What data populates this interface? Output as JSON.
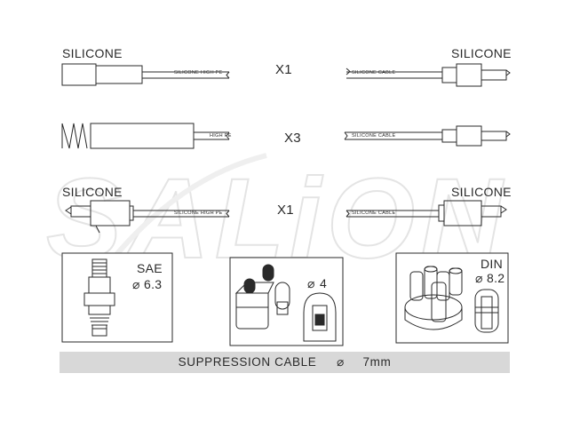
{
  "watermark": {
    "brand": "SALiON"
  },
  "rows": [
    {
      "left_label": "SILICONE",
      "qty": "X1",
      "right_label": "SILICONE",
      "left_print": "SILICONE  HIGH PE",
      "right_print": "SILICONE CABLE"
    },
    {
      "left_label": "",
      "qty": "X3",
      "right_label": "",
      "left_print": "HIGH PE",
      "right_print": "SILICONE CABLE"
    },
    {
      "left_label": "SILICONE",
      "qty": "X1",
      "right_label": "SILICONE",
      "left_print": "SILICONE  HIGH PE",
      "right_print": "SILICONE CABLE"
    }
  ],
  "panels": {
    "spark_plug": {
      "std": "SAE",
      "dia": "6.3",
      "dia_symbol": "⌀"
    },
    "coil": {
      "dia": "4",
      "dia_symbol": "⌀"
    },
    "distributor": {
      "std": "DIN",
      "dia": "8.2",
      "dia_symbol": "⌀"
    }
  },
  "footer": {
    "label": "SUPPRESSION CABLE",
    "dia_symbol": "⌀",
    "value": "7mm"
  },
  "colors": {
    "line": "#2a2a2a",
    "band": "#d8d8d8",
    "watermark": "#dcdcdc"
  }
}
